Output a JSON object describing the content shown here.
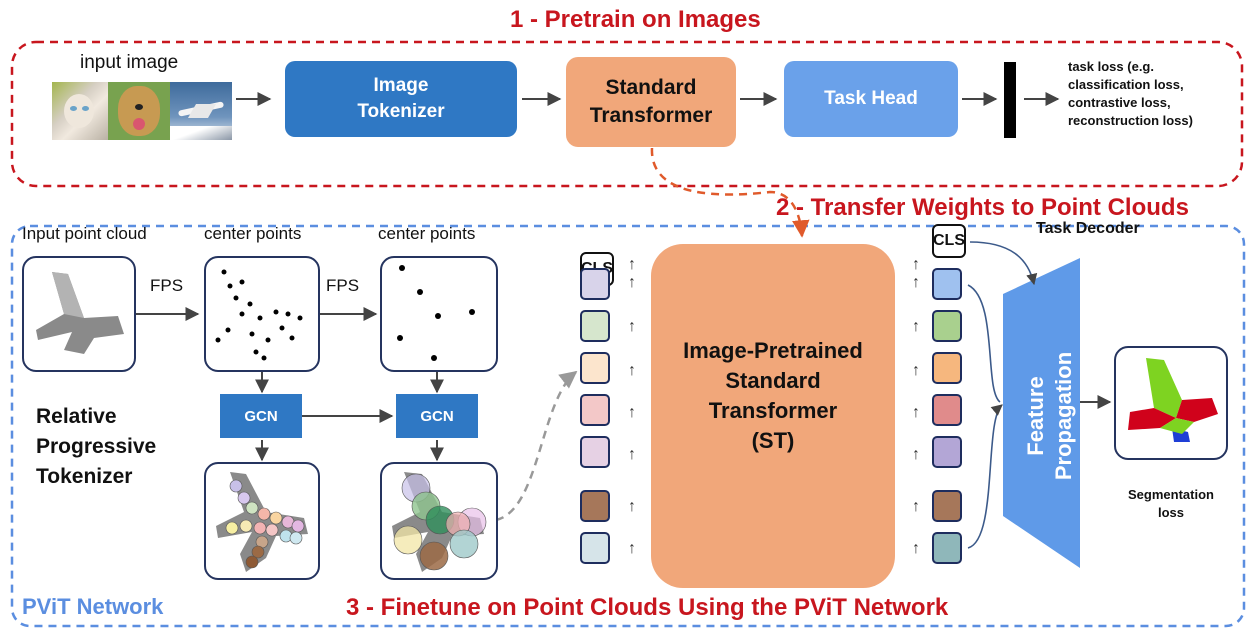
{
  "headings": {
    "stage1": "1 - Pretrain on Images",
    "stage2": "2 - Transfer Weights to Point Clouds",
    "stage3": "3 - Finetune on Point Clouds Using the PViT Network",
    "network": "PViT Network"
  },
  "stage1": {
    "input_label": "input image",
    "tokenizer": "Image Tokenizer",
    "transformer": "Standard Transformer",
    "task_head": "Task Head",
    "task_loss": [
      "task loss (e.g.",
      "classification loss,",
      "contrastive loss,",
      "reconstruction loss)"
    ]
  },
  "stage3": {
    "input_cloud_label": "Input point cloud",
    "center1_label": "center points",
    "center2_label": "center points",
    "fps1": "FPS",
    "fps2": "FPS",
    "gcn1": "GCN",
    "gcn2": "GCN",
    "tokenizer_label": [
      "Relative",
      "Progressive",
      "Tokenizer"
    ],
    "cls_left": "CLS",
    "cls_right": "CLS",
    "st_label": [
      "Image-Pretrained",
      "Standard",
      "Transformer",
      "(ST)"
    ],
    "task_decoder": "Task Decoder",
    "feature_propagation": [
      "Feature",
      "Propagation"
    ],
    "seg_loss": [
      "Segmentation",
      "loss"
    ]
  },
  "colors": {
    "dashed_red": "#c8161e",
    "dashed_blue": "#5b8ee0",
    "tokenizer_box": "#2f78c4",
    "transformer_box": "#f1a77a",
    "task_head": "#5f9ae8",
    "gcn": "#2f78c4",
    "fp_trapezoid": "#5f9ae8",
    "left_tokens": [
      "#d8d3ea",
      "#d6e6cd",
      "#fce5cd",
      "#f3c8c8",
      "#e6d1e4",
      "#a6775a",
      "#d6e4e9"
    ],
    "right_tokens": [
      "#9fc1ef",
      "#a9d08e",
      "#f6b77e",
      "#e08b8b",
      "#b3a6d6",
      "#a6775a",
      "#8fb7ba"
    ]
  },
  "icons": [
    "cat-image",
    "dog-image",
    "airplane-image",
    "point-cloud-airplane",
    "segmented-airplane"
  ]
}
